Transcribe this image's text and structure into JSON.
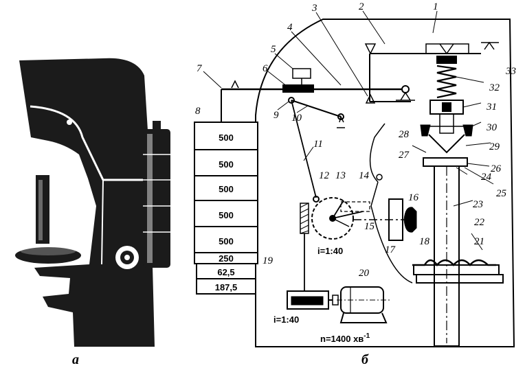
{
  "figure": {
    "panel_a_label": "а",
    "panel_b_label": "б"
  },
  "weights": [
    "500",
    "500",
    "500",
    "500",
    "500",
    "250",
    "62,5",
    "187,5"
  ],
  "callouts": [
    "1",
    "2",
    "3",
    "4",
    "5",
    "6",
    "7",
    "8",
    "9",
    "10",
    "11",
    "12",
    "13",
    "14",
    "15",
    "16",
    "17",
    "18",
    "19",
    "20",
    "21",
    "22",
    "23",
    "24",
    "25",
    "26",
    "27",
    "28",
    "29",
    "30",
    "31",
    "32",
    "33"
  ],
  "annotations": {
    "ratio_upper": "i=1:40",
    "ratio_lower": "i=1:40",
    "speed": "n=1400 хв",
    "speed_exp": "-1"
  }
}
